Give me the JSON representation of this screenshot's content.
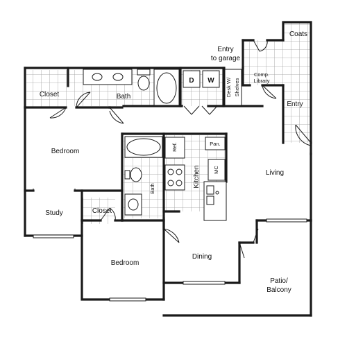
{
  "rooms": {
    "coats": "Coats",
    "entry_garage_1": "Entry",
    "entry_garage_2": "to garage",
    "closet_top": "Closet",
    "bath_top": "Bath",
    "desk_1": "Desk W/",
    "desk_2": "Shelves",
    "comp_1": "Comp.",
    "comp_2": "Library",
    "entry": "Entry",
    "bedroom_main": "Bedroom",
    "ref": "Ref.",
    "pan": "Pan.",
    "kitchen": "Kitchen",
    "mc": "MC",
    "bath_mid": "Bath",
    "living": "Living",
    "study": "Study",
    "closet_mid": "Closet",
    "dining": "Dining",
    "bedroom_second": "Bedroom",
    "patio_1": "Patio/",
    "patio_2": "Balcony"
  },
  "appliances": {
    "dryer": "D",
    "washer": "W"
  }
}
